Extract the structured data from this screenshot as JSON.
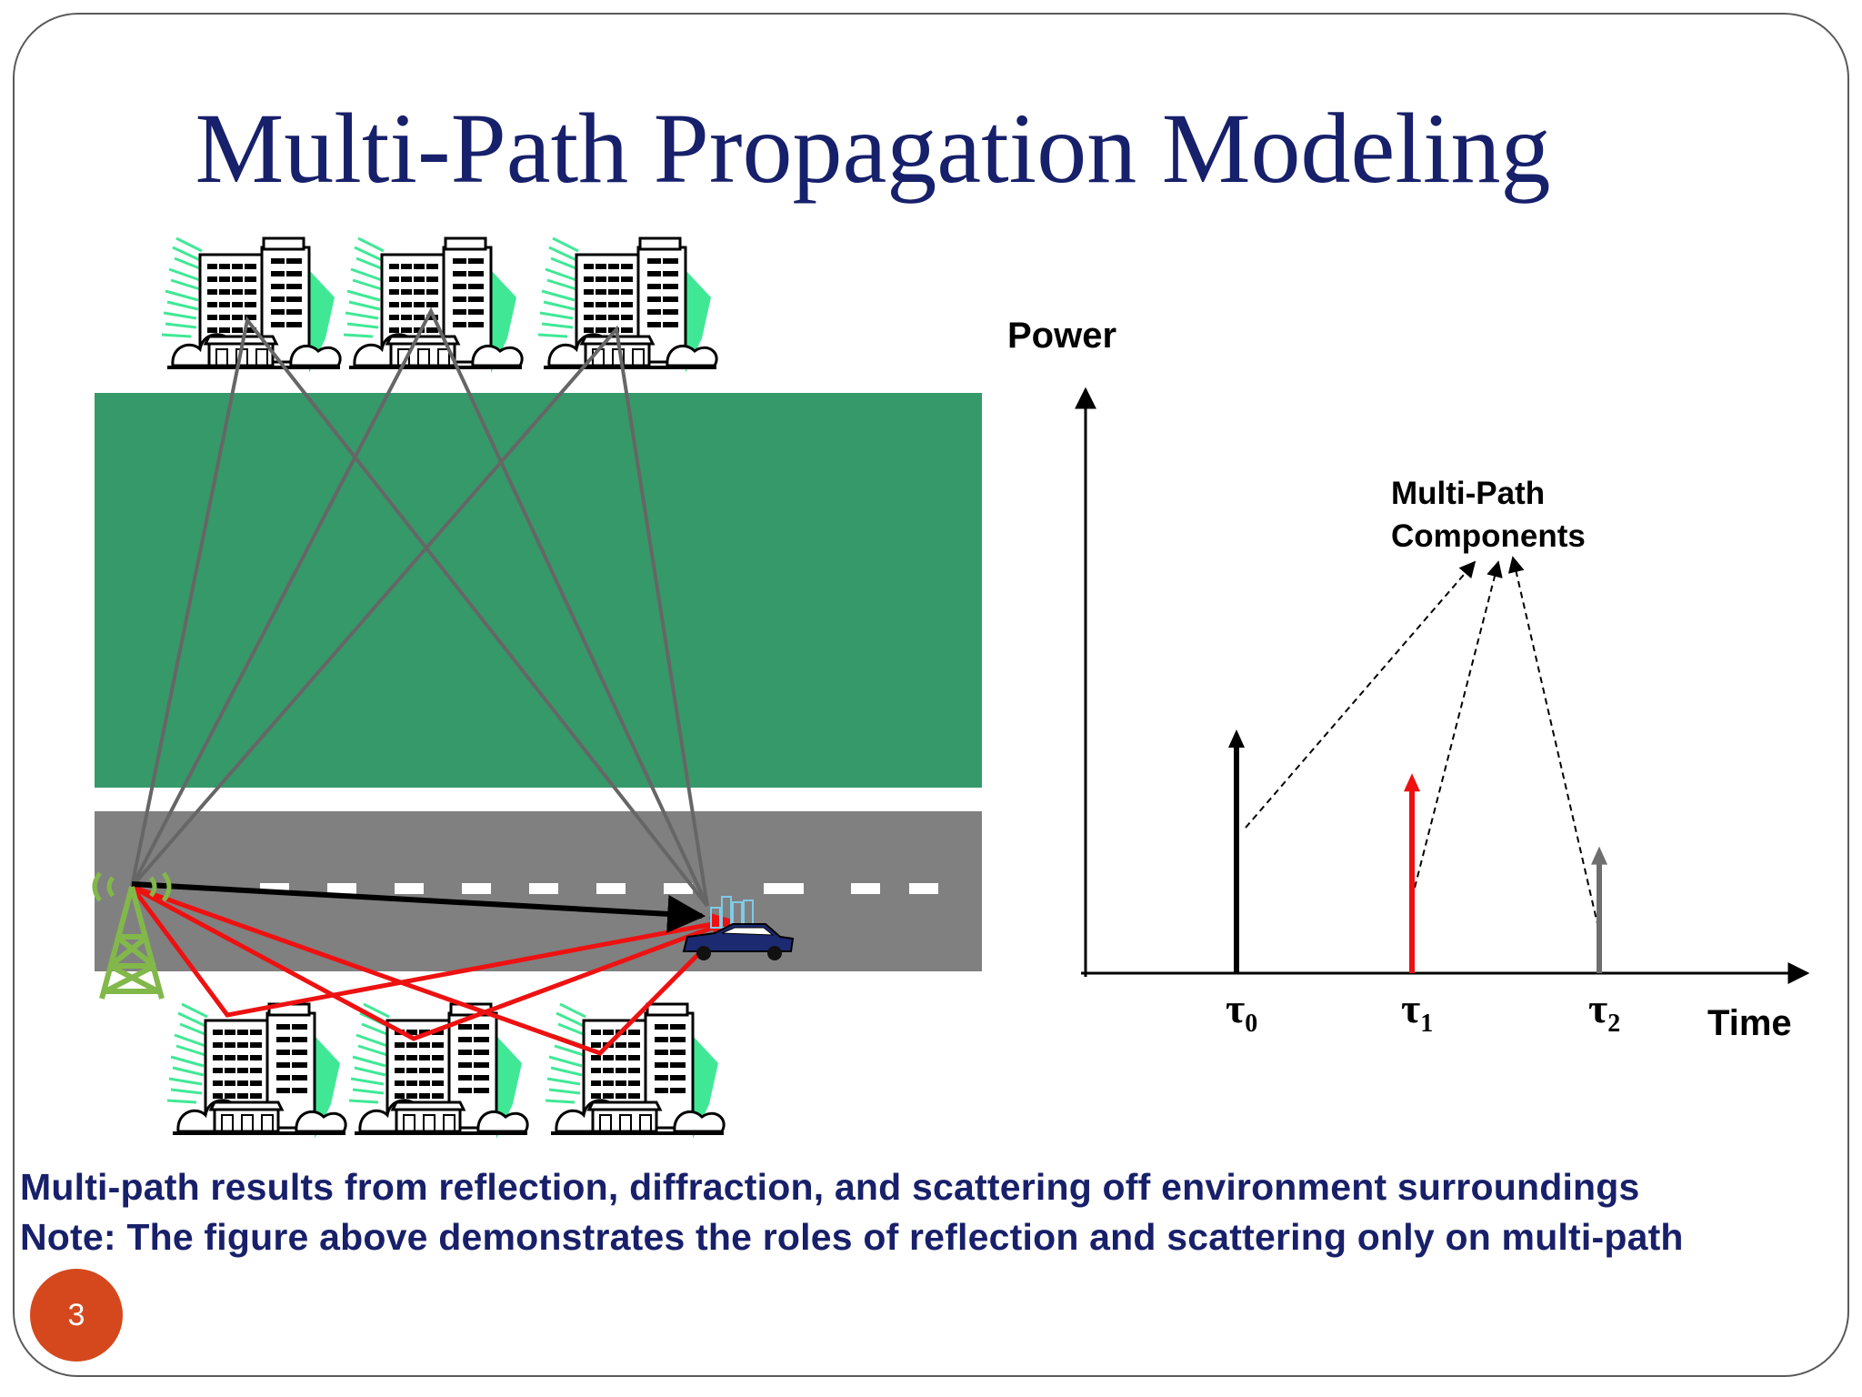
{
  "slide": {
    "title": "Multi-Path Propagation Modeling",
    "page_number": "3"
  },
  "diagram": {
    "scene": {
      "los_path_color": "#000000",
      "upper_reflection_color": "#666666",
      "lower_reflection_color": "#ee1111",
      "field_color": "#36996a",
      "road_color": "#808080"
    },
    "plot": {
      "y_axis_label": "Power",
      "x_axis_label": "Time",
      "annotation_line1": "Multi-Path",
      "annotation_line2": "Components",
      "impulses": [
        {
          "label": "τ",
          "subscript": "0",
          "color": "#000000",
          "power": 1.0
        },
        {
          "label": "τ",
          "subscript": "1",
          "color": "#ee1111",
          "power": 0.82
        },
        {
          "label": "τ",
          "subscript": "2",
          "color": "#6e6e6e",
          "power": 0.52
        }
      ]
    }
  },
  "footer": {
    "line1": "Multi-path results from reflection, diffraction, and scattering off environment surroundings",
    "line2": "Note: The figure above demonstrates the roles of reflection and scattering only on multi-path"
  }
}
